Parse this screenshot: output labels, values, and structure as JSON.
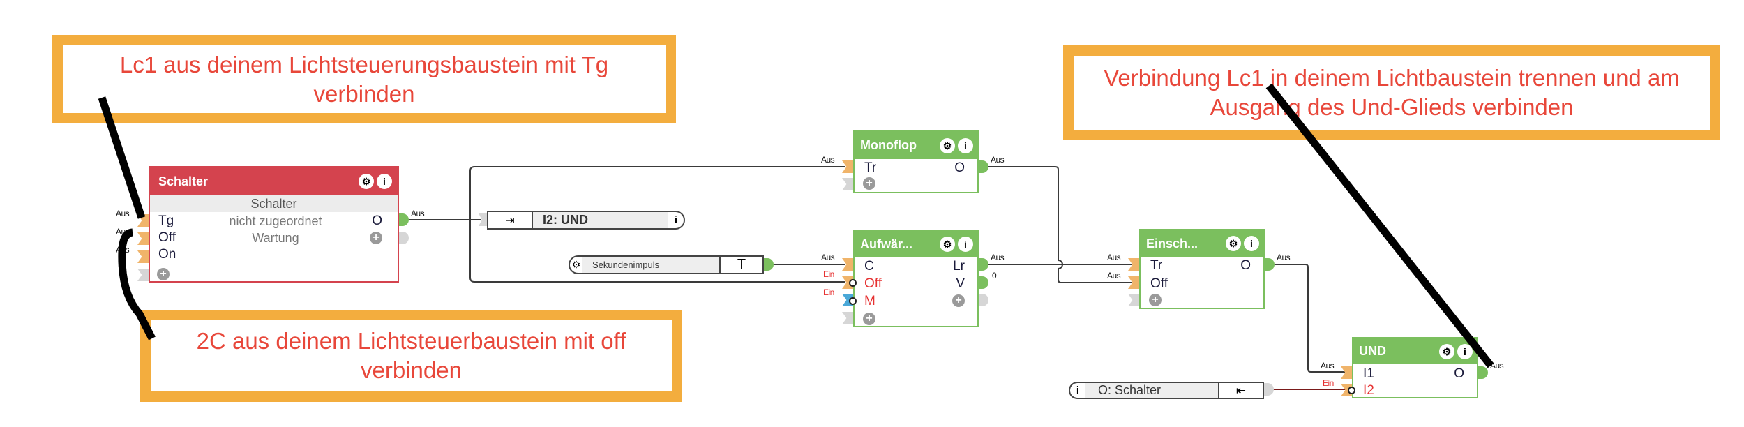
{
  "notes": [
    {
      "text": "Lc1 aus deinem Lichtsteuerungsbaustein mit Tg verbinden"
    },
    {
      "text": "2C aus deinem Lichtsteuerbaustein mit off verbinden"
    },
    {
      "text": "Verbindung Lc1 in deinem Lichtbaustein trennen und am Ausgang des Und-Glieds verbinden"
    }
  ],
  "colors": {
    "annotation_border": "#f3ad3e",
    "annotation_text": "#e8473a",
    "block_red": "#d4434e",
    "block_green": "#7bbf5e",
    "pin_input": "#f0b46a",
    "pin_output": "#7bbf5e",
    "wire": "#3a3a3a",
    "wire_red": "#7a1a1a"
  },
  "blocks": {
    "schalter": {
      "title": "Schalter",
      "subtitle": "Schalter",
      "assigned": "nicht zugeordnet",
      "status": "Wartung",
      "inputs": [
        {
          "name": "Tg",
          "value": "Aus"
        },
        {
          "name": "Off",
          "value": "Aus"
        },
        {
          "name": "On",
          "value": "Aus"
        }
      ],
      "outputs": [
        {
          "name": "O",
          "value": "Aus"
        }
      ]
    },
    "monoflop": {
      "title": "Monoflop",
      "inputs": [
        {
          "name": "Tr",
          "value": "Aus"
        }
      ],
      "outputs": [
        {
          "name": "O",
          "value": "Aus"
        }
      ]
    },
    "aufwaerts": {
      "title": "Aufwär...",
      "inputs": [
        {
          "name": "C",
          "value": "Aus"
        },
        {
          "name": "Off",
          "value": "Ein"
        },
        {
          "name": "M",
          "value": "Ein"
        }
      ],
      "outputs": [
        {
          "name": "Lr",
          "value": "Aus"
        },
        {
          "name": "V",
          "value": "0"
        }
      ]
    },
    "einsch": {
      "title": "Einsch...",
      "inputs": [
        {
          "name": "Tr",
          "value": "Aus"
        },
        {
          "name": "Off",
          "value": "Aus"
        }
      ],
      "outputs": [
        {
          "name": "O",
          "value": "Aus"
        }
      ]
    },
    "und": {
      "title": "UND",
      "inputs": [
        {
          "name": "I1",
          "value": "Aus"
        },
        {
          "name": "I2",
          "value": "Ein"
        }
      ],
      "outputs": [
        {
          "name": "O",
          "value": "Aus"
        }
      ]
    }
  },
  "refs": {
    "i2_und": {
      "label": "I2: UND"
    },
    "sekundenimpuls": {
      "label": "Sekundenimpuls",
      "value": "T"
    },
    "o_schalter": {
      "label": "O: Schalter"
    }
  },
  "icons": {
    "gear": "⚙",
    "info": "i",
    "plus": "+"
  }
}
